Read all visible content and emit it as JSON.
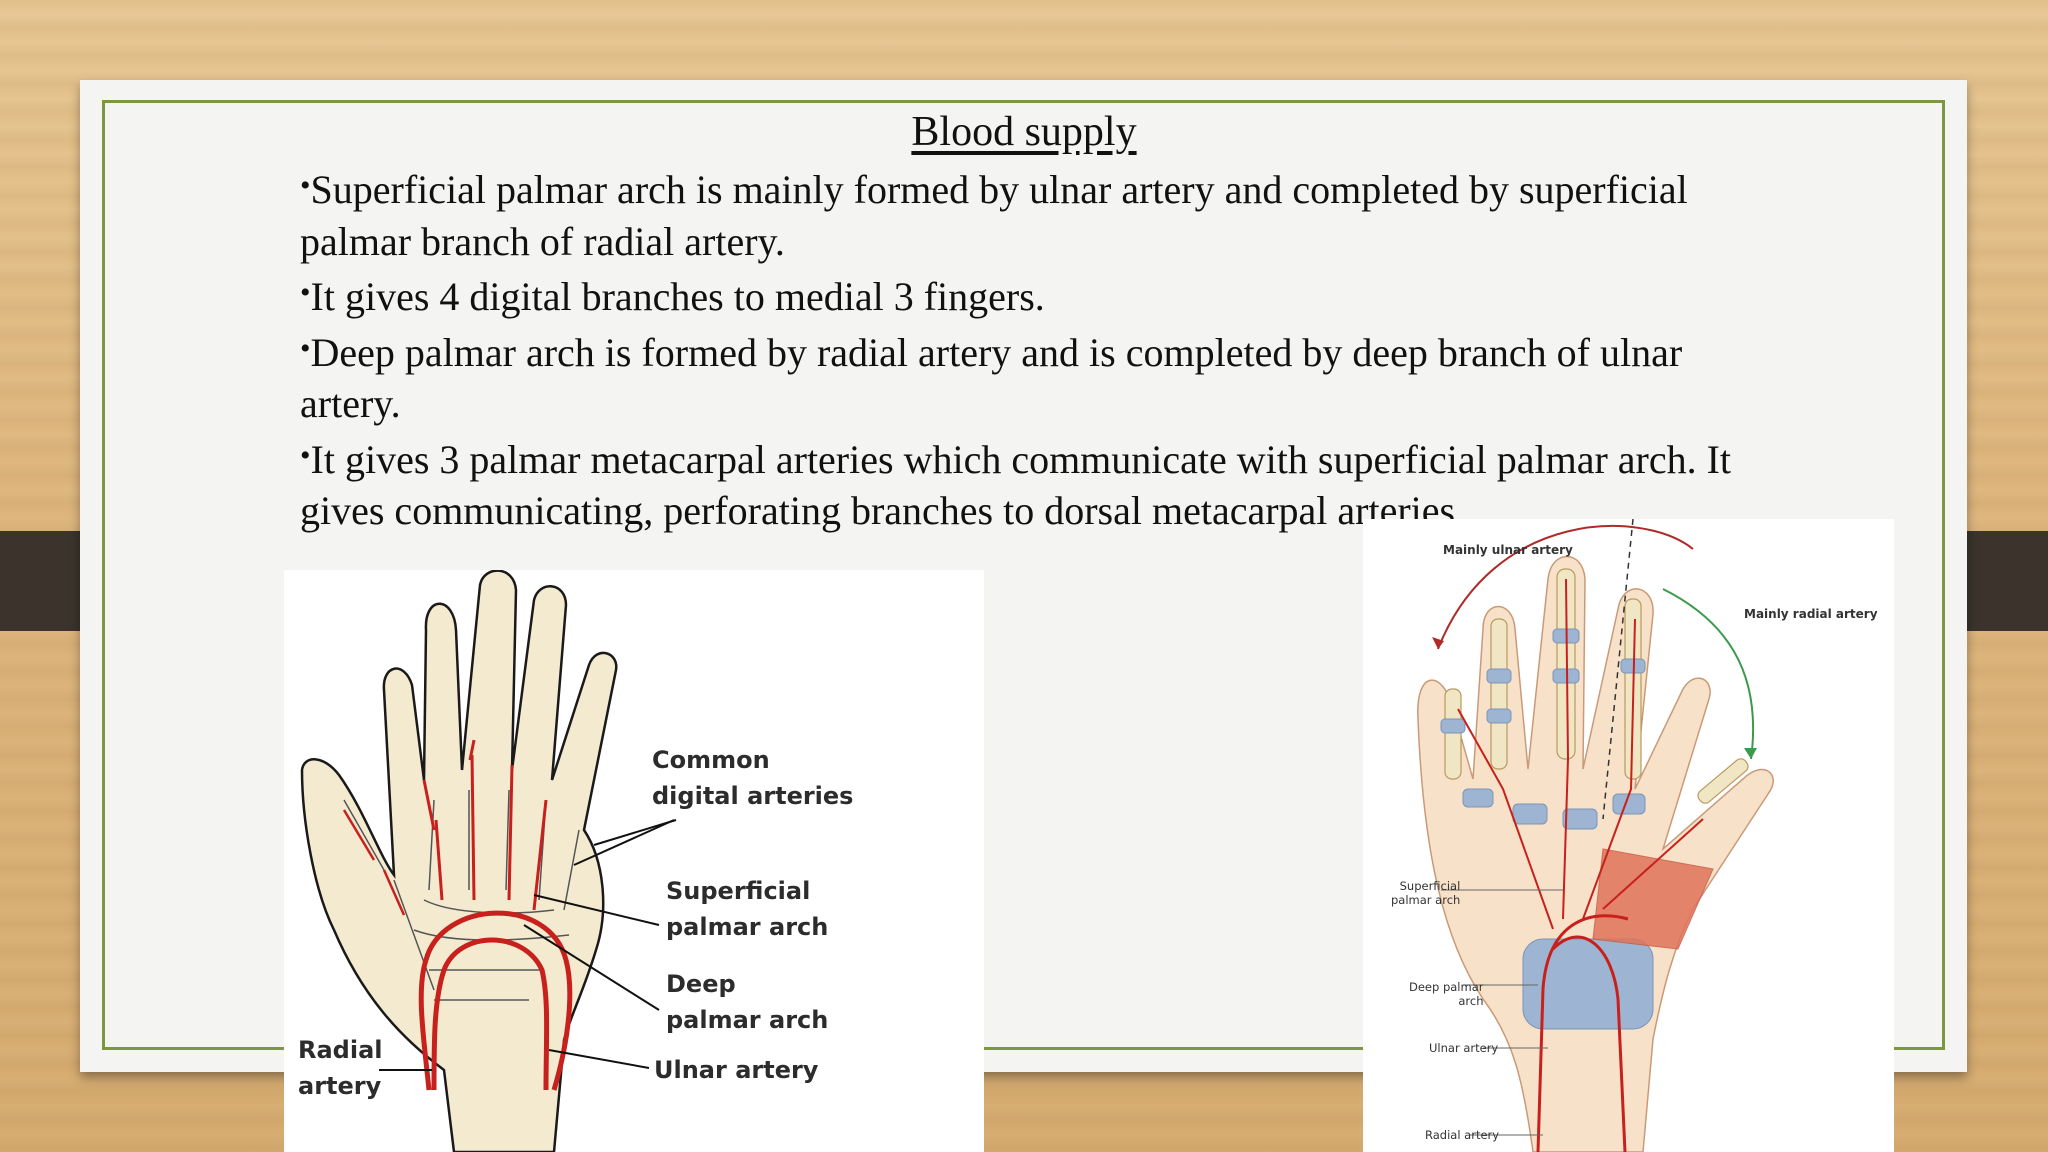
{
  "slide": {
    "title": "Blood supply ",
    "bullets": [
      {
        "marker": "•",
        "text": "Superficial palmar arch is mainly formed by ulnar artery and completed by superficial palmar branch of radial artery."
      },
      {
        "marker": "•",
        "text": "It gives 4 digital branches to medial 3 fingers."
      },
      {
        "marker": "•",
        "text": "Deep palmar arch is formed by radial artery and is completed by deep branch of ulnar artery."
      },
      {
        "marker": "•",
        "text": "It gives 3 palmar metacarpal arteries which communicate with superficial palmar arch. It gives communicating, perforating branches to dorsal metacarpal arteries."
      }
    ]
  },
  "figure_left": {
    "labels": {
      "common_digital_line1": "Common",
      "common_digital_line2": "digital arteries",
      "superficial_line1": "Superficial",
      "superficial_line2": "palmar arch",
      "deep_line1": "Deep",
      "deep_line2": "palmar arch",
      "ulnar": "Ulnar artery",
      "radial_line1": "Radial",
      "radial_line2": "artery"
    }
  },
  "figure_right": {
    "labels": {
      "mainly_ulnar": "Mainly ulnar artery",
      "mainly_radial": "Mainly radial artery",
      "superficial_line1": "Superficial",
      "superficial_line2": "palmar arch",
      "deep_line1": "Deep palmar",
      "deep_line2": "arch",
      "ulnar": "Ulnar artery",
      "radial": "Radial artery"
    }
  },
  "colors": {
    "frame_green": "#7d9640",
    "artery_red": "#c8201c",
    "bone": "#f1e6c4",
    "cartilage_blue": "#9db5d3",
    "wood": "#dfb880",
    "tab_dark": "#3b332c"
  }
}
